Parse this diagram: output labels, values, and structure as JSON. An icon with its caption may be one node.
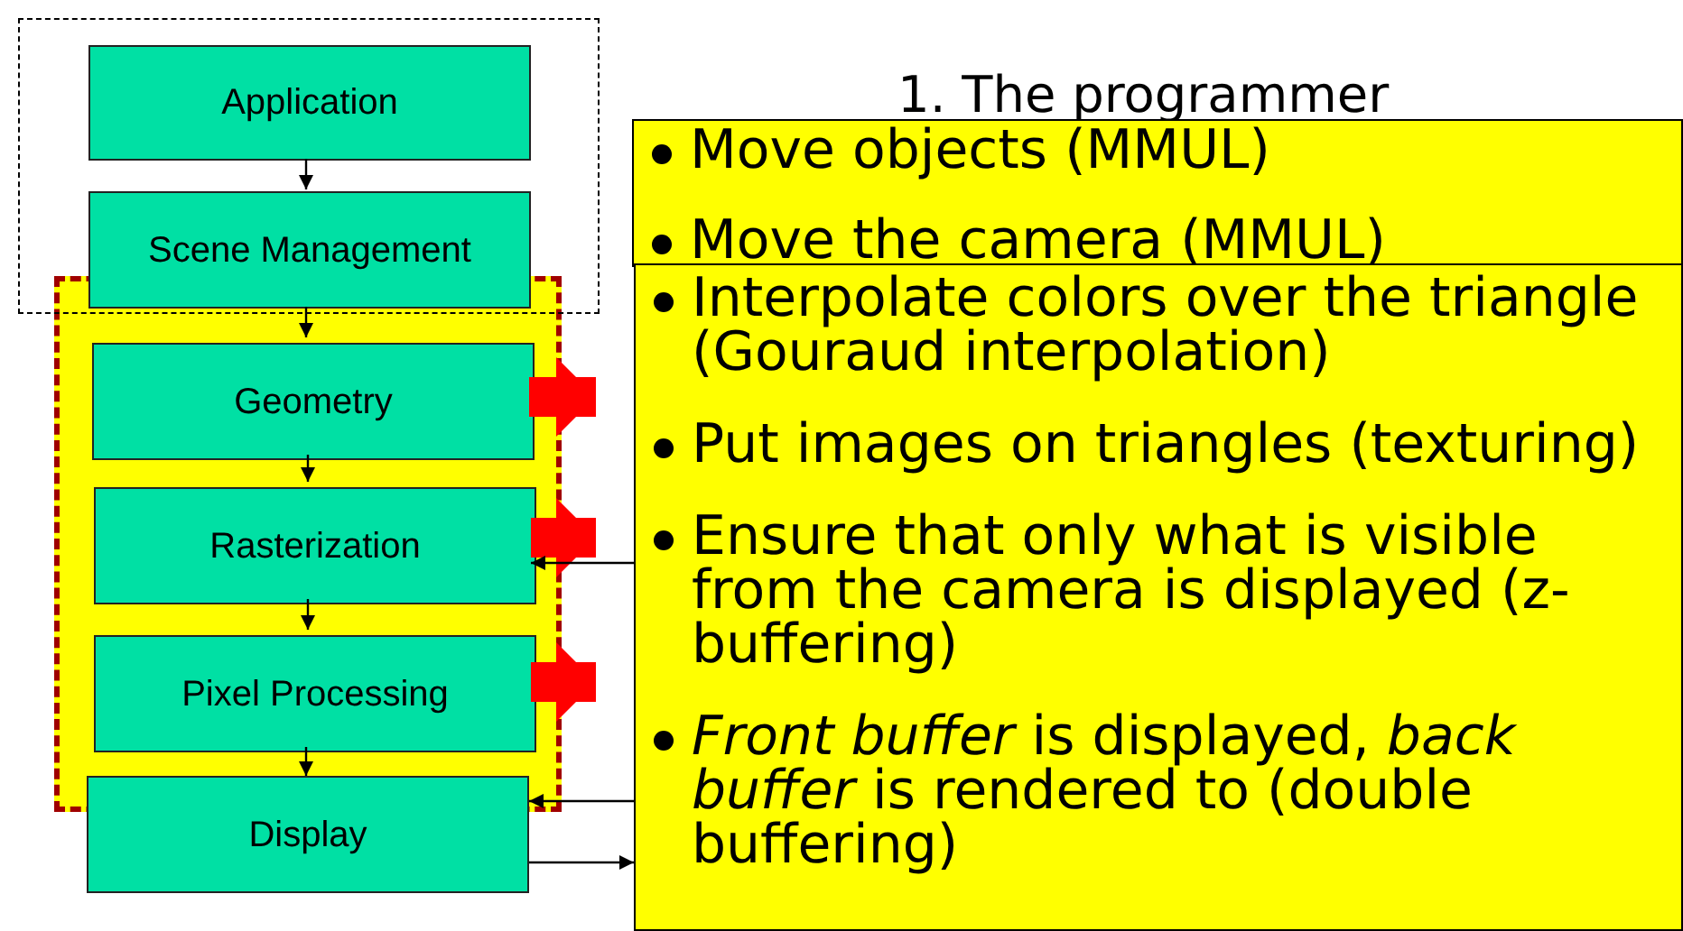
{
  "diagram": {
    "nodes": [
      {
        "text": [],
        "shape": "box"
      },
      {
        "text": [
          "Application"
        ],
        "in": 0
      },
      {
        "text": [
          "Scene Management"
        ],
        "in": 0
      },
      {
        "text": [],
        "shape": "box"
      },
      {
        "text": [
          "Geometry"
        ],
        "in": 3
      },
      {
        "text": [
          "Rasterization"
        ],
        "in": 3
      },
      {
        "text": [
          "Pixel Processing"
        ],
        "in": 3
      },
      {
        "text": [
          "Display"
        ]
      },
      {
        "text": [
          "Move objects (MMUL)",
          "Move the camera (MMUL)"
        ]
      },
      {
        "text": [
          "Interpolate colors over the triangle (Gouraud interpolation)",
          "Put images on triangles (texturing)",
          "Ensure that only what is visible from the camera is displayed (z-buffering)",
          "*Front buffer* is displayed, *back buffer* is rendered to (double buffering)"
        ]
      }
    ],
    "edges": [
      {
        "from": 1,
        "to": 2,
        "arrow": "to"
      },
      {
        "from": 2,
        "to": 4,
        "arrow": "to"
      },
      {
        "from": 4,
        "to": 5,
        "arrow": "to"
      },
      {
        "from": 5,
        "to": 6,
        "arrow": "to"
      },
      {
        "from": 6,
        "to": 7,
        "arrow": "to"
      },
      {
        "from": 4,
        "to": 9,
        "arrow": "to",
        "style": "thick",
        "color": "#ff0000"
      },
      {
        "from": 5,
        "to": 9,
        "arrow": "to",
        "style": "thick",
        "color": "#ff0000"
      },
      {
        "from": 6,
        "to": 9,
        "arrow": "to",
        "style": "thick",
        "color": "#ff0000"
      },
      {
        "from": 9,
        "to": 5,
        "arrow": "to"
      },
      {
        "from": 9,
        "to": 7,
        "arrow": "to"
      },
      {
        "from": 7,
        "to": 9,
        "arrow": "to"
      }
    ],
    "labels": [
      "1. The programmer"
    ]
  }
}
